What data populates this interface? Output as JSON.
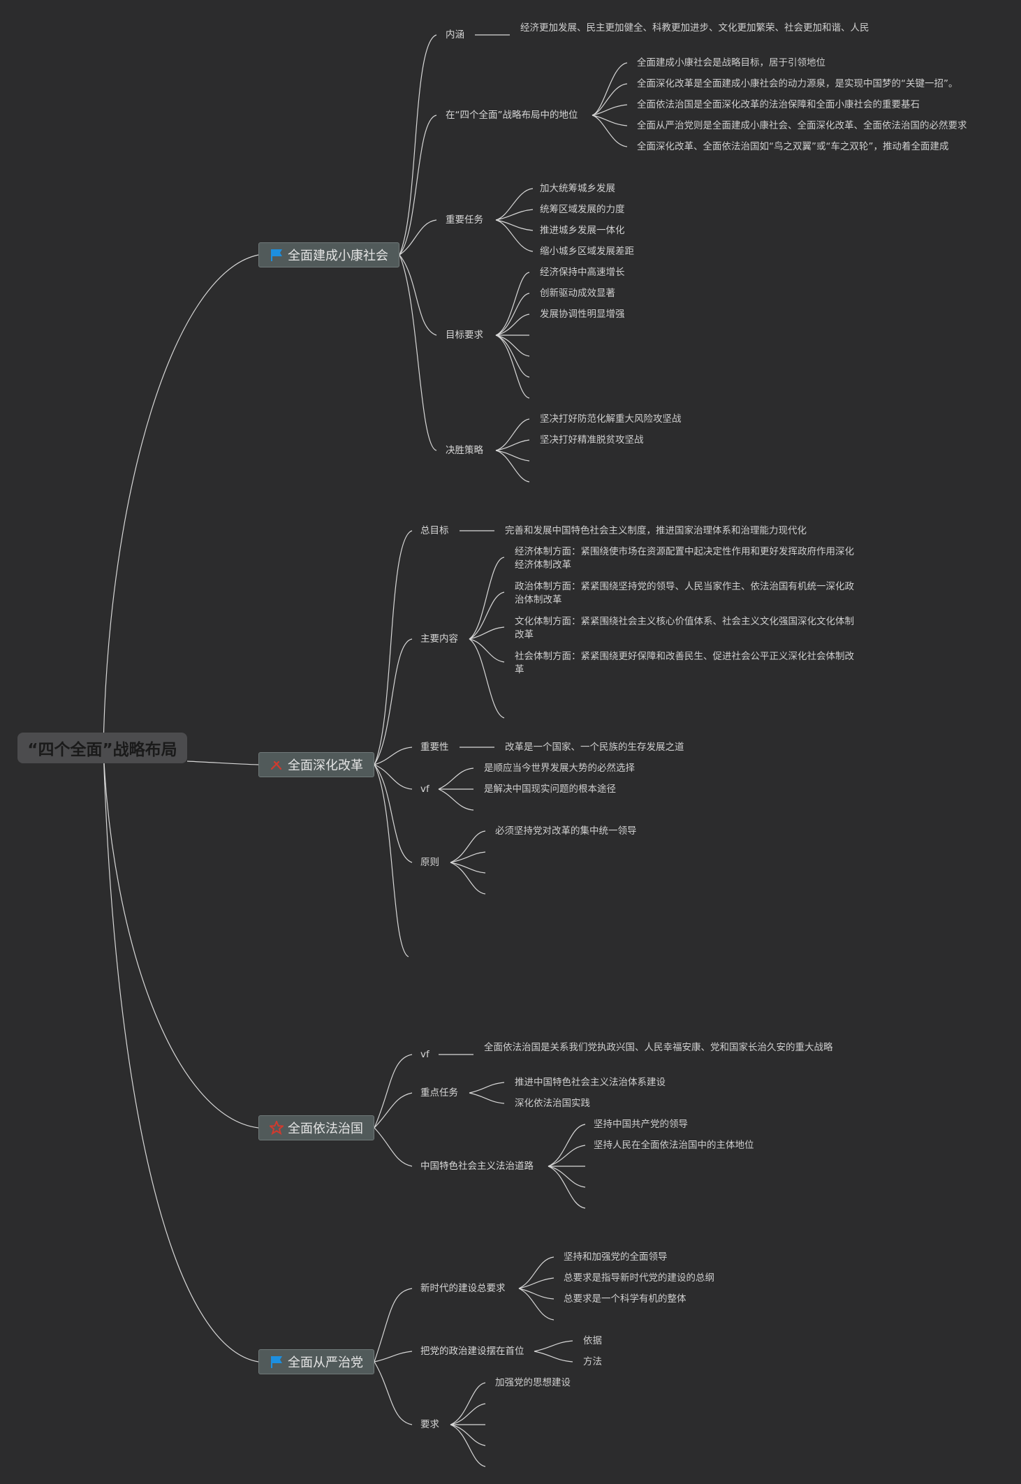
{
  "root": {
    "label": "“四个全面”战略布局"
  },
  "branches": [
    {
      "label": "全面建成小康社会",
      "icon": "blue-flag-icon",
      "children": [
        {
          "label": "内涵",
          "leaves": [
            "经济更加发展、民主更加健全、科教更加进步、文化更加繁荣、社会更加和谐、人民"
          ]
        },
        {
          "label": "在“四个全面”战略布局中的地位",
          "leaves": [
            "全面建成小康社会是战略目标，居于引领地位",
            "全面深化改革是全面建成小康社会的动力源泉，是实现中国梦的“关键一招”。",
            "全面依法治国是全面深化改革的法治保障和全面小康社会的重要基石",
            "全面从严治党则是全面建成小康社会、全面深化改革、全面依法治国的必然要求",
            "全面深化改革、全面依法治国如“鸟之双翼”或“车之双轮”，推动着全面建成"
          ]
        },
        {
          "label": "重要任务",
          "leaves": [
            "加大统筹城乡发展",
            "统筹区域发展的力度",
            "推进城乡发展一体化",
            "缩小城乡区域发展差距"
          ]
        },
        {
          "label": "目标要求",
          "leaves": [
            "经济保持中高速增长",
            "创新驱动成效显著",
            "发展协调性明显增强"
          ]
        },
        {
          "label": "决胜策略",
          "leaves": [
            "坚决打好防范化解重大风险攻坚战",
            "坚决打好精准脱贫攻坚战"
          ]
        }
      ]
    },
    {
      "label": "全面深化改革",
      "icon": "red-hammer-icon",
      "children": [
        {
          "label": "总目标",
          "leaves": [
            "完善和发展中国特色社会主义制度，推进国家治理体系和治理能力现代化"
          ]
        },
        {
          "label": "主要内容",
          "leaves": [
            "经济体制方面：紧围绕使市场在资源配置中起决定性作用和更好发挥政府作用深化经济体制改革",
            "政治体制方面：紧紧围绕坚持党的领导、人民当家作主、依法治国有机统一深化政治体制改革",
            "文化体制方面：紧紧围绕社会主义核心价值体系、社会主义文化强国深化文化体制改革",
            "社会体制方面：紧紧围绕更好保障和改善民生、促进社会公平正义深化社会体制改革"
          ]
        },
        {
          "label": "重要性",
          "leaves": [
            "改革是一个国家、一个民族的生存发展之道"
          ]
        },
        {
          "label": "vf",
          "leaves": [
            "是顺应当今世界发展大势的必然选择",
            "是解决中国现实问题的根本途径"
          ]
        },
        {
          "label": "原则",
          "leaves": [
            "必须坚持党对改革的集中统一领导"
          ]
        }
      ]
    },
    {
      "label": "全面依法治国",
      "icon": "red-star-icon",
      "children": [
        {
          "label": "vf",
          "leaves": [
            "全面依法治国是关系我们党执政兴国、人民幸福安康、党和国家长治久安的重大战略"
          ]
        },
        {
          "label": "重点任务",
          "leaves": [
            "推进中国特色社会主义法治体系建设",
            "深化依法治国实践"
          ]
        },
        {
          "label": "中国特色社会主义法治道路",
          "leaves": [
            "坚持中国共产党的领导",
            "坚持人民在全面依法治国中的主体地位"
          ]
        }
      ]
    },
    {
      "label": "全面从严治党",
      "icon": "blue-flag-icon",
      "children": [
        {
          "label": "新时代的建设总要求",
          "leaves": [
            "坚持和加强党的全面领导",
            "总要求是指导新时代党的建设的总纲",
            "总要求是一个科学有机的整体"
          ]
        },
        {
          "label": "把党的政治建设摆在首位",
          "leaves": [
            "依据",
            "方法"
          ]
        },
        {
          "label": "要求",
          "leaves": [
            "加强党的思想建设"
          ]
        }
      ]
    }
  ],
  "colors": {
    "background": "#2c2c2d",
    "lines": "#d8d8d8",
    "flag": "#1d8fe0",
    "red": "#d23a2e"
  }
}
